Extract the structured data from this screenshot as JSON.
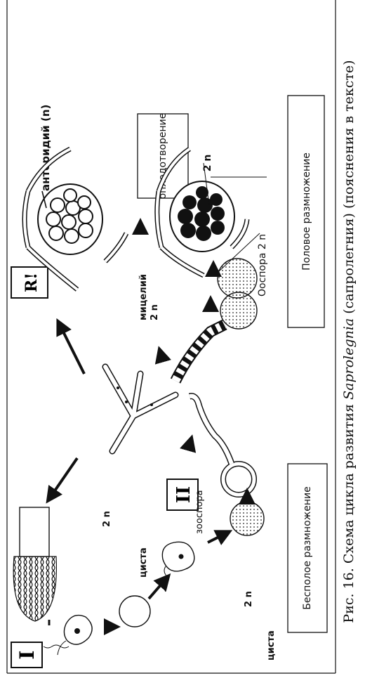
{
  "labels": {
    "stage_I": "I",
    "stage_II": "II",
    "stage_R": "R!",
    "antheridium": "антеридий (n)",
    "fertilization": "оплодотворение",
    "two_n_top": "2 n",
    "sexual": "Половое размножение",
    "oospore": "Ооспора 2 n",
    "mycelium_1": "мицелий",
    "mycelium_2": "2 n",
    "two_n_left": "2 n",
    "zoospore": "зооспора",
    "cyst_1": "циста",
    "two_n_bottom": "2 n",
    "cyst_2": "циста",
    "asexual": "Бесполое размножение"
  },
  "caption": {
    "prefix": "Рис. 16. Схема цикла развития ",
    "italic": "Saprolegnia",
    "suffix": " (сапролегния) (пояснения в тексте)"
  }
}
